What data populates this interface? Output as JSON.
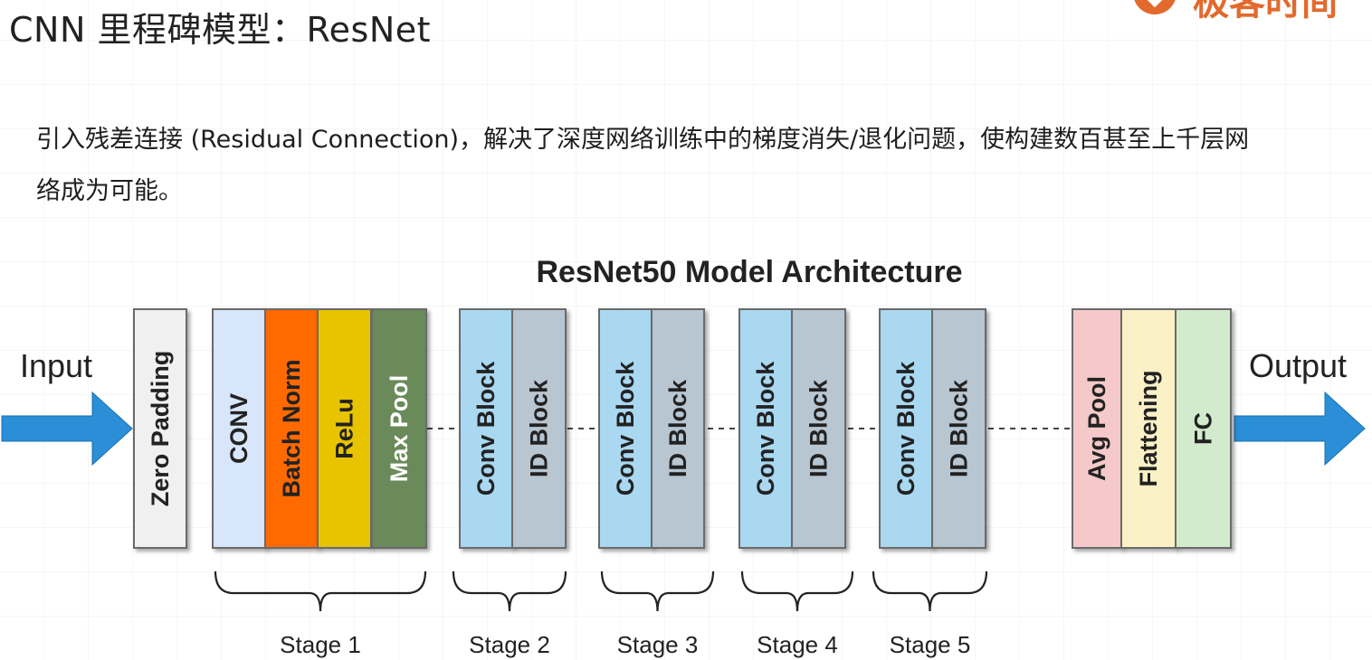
{
  "slide": {
    "title": "CNN 里程碑模型：ResNet",
    "description": "引入残差连接 (Residual Connection)，解决了深度网络训练中的梯度消失/退化问题，使构建数百甚至上千层网络成为可能。"
  },
  "logo": {
    "text": "极客时间",
    "color": "#e26a2c"
  },
  "diagram": {
    "title": "ResNet50 Model Architecture",
    "input_label": "Input",
    "output_label": "Output",
    "arrow_color": "#2a8fd6",
    "blocks": [
      {
        "id": "zero-padding",
        "label": "Zero  Padding",
        "fill": "#f0f0f0",
        "text_color": "#222222"
      },
      {
        "id": "conv",
        "label": "CONV",
        "fill": "#d8e6fb",
        "text_color": "#222222"
      },
      {
        "id": "batch-norm",
        "label": "Batch Norm",
        "fill": "#ff6a00",
        "text_color": "#222222"
      },
      {
        "id": "relu",
        "label": "ReLu",
        "fill": "#e8c400",
        "text_color": "#222222"
      },
      {
        "id": "max-pool",
        "label": "Max Pool",
        "fill": "#6a8a5a",
        "text_color": "#ffffff"
      },
      {
        "id": "s2-conv-block",
        "label": "Conv Block",
        "fill": "#a9d8f0",
        "text_color": "#222222"
      },
      {
        "id": "s2-id-block",
        "label": "ID Block",
        "fill": "#b8c6d2",
        "text_color": "#222222"
      },
      {
        "id": "s3-conv-block",
        "label": "Conv Block",
        "fill": "#a9d8f0",
        "text_color": "#222222"
      },
      {
        "id": "s3-id-block",
        "label": "ID Block",
        "fill": "#b8c6d2",
        "text_color": "#222222"
      },
      {
        "id": "s4-conv-block",
        "label": "Conv Block",
        "fill": "#a9d8f0",
        "text_color": "#222222"
      },
      {
        "id": "s4-id-block",
        "label": "ID Block",
        "fill": "#b8c6d2",
        "text_color": "#222222"
      },
      {
        "id": "s5-conv-block",
        "label": "Conv Block",
        "fill": "#a9d8f0",
        "text_color": "#222222"
      },
      {
        "id": "s5-id-block",
        "label": "ID Block",
        "fill": "#b8c6d2",
        "text_color": "#222222"
      },
      {
        "id": "avg-pool",
        "label": "Avg Pool",
        "fill": "#f5c9c9",
        "text_color": "#222222"
      },
      {
        "id": "flattening",
        "label": "Flattening",
        "fill": "#fbf1c6",
        "text_color": "#222222"
      },
      {
        "id": "fc",
        "label": "FC",
        "fill": "#d3ebcd",
        "text_color": "#222222"
      }
    ],
    "stages": [
      {
        "id": "stage-1",
        "label": "Stage 1"
      },
      {
        "id": "stage-2",
        "label": "Stage 2"
      },
      {
        "id": "stage-3",
        "label": "Stage 3"
      },
      {
        "id": "stage-4",
        "label": "Stage 4"
      },
      {
        "id": "stage-5",
        "label": "Stage 5"
      }
    ]
  }
}
